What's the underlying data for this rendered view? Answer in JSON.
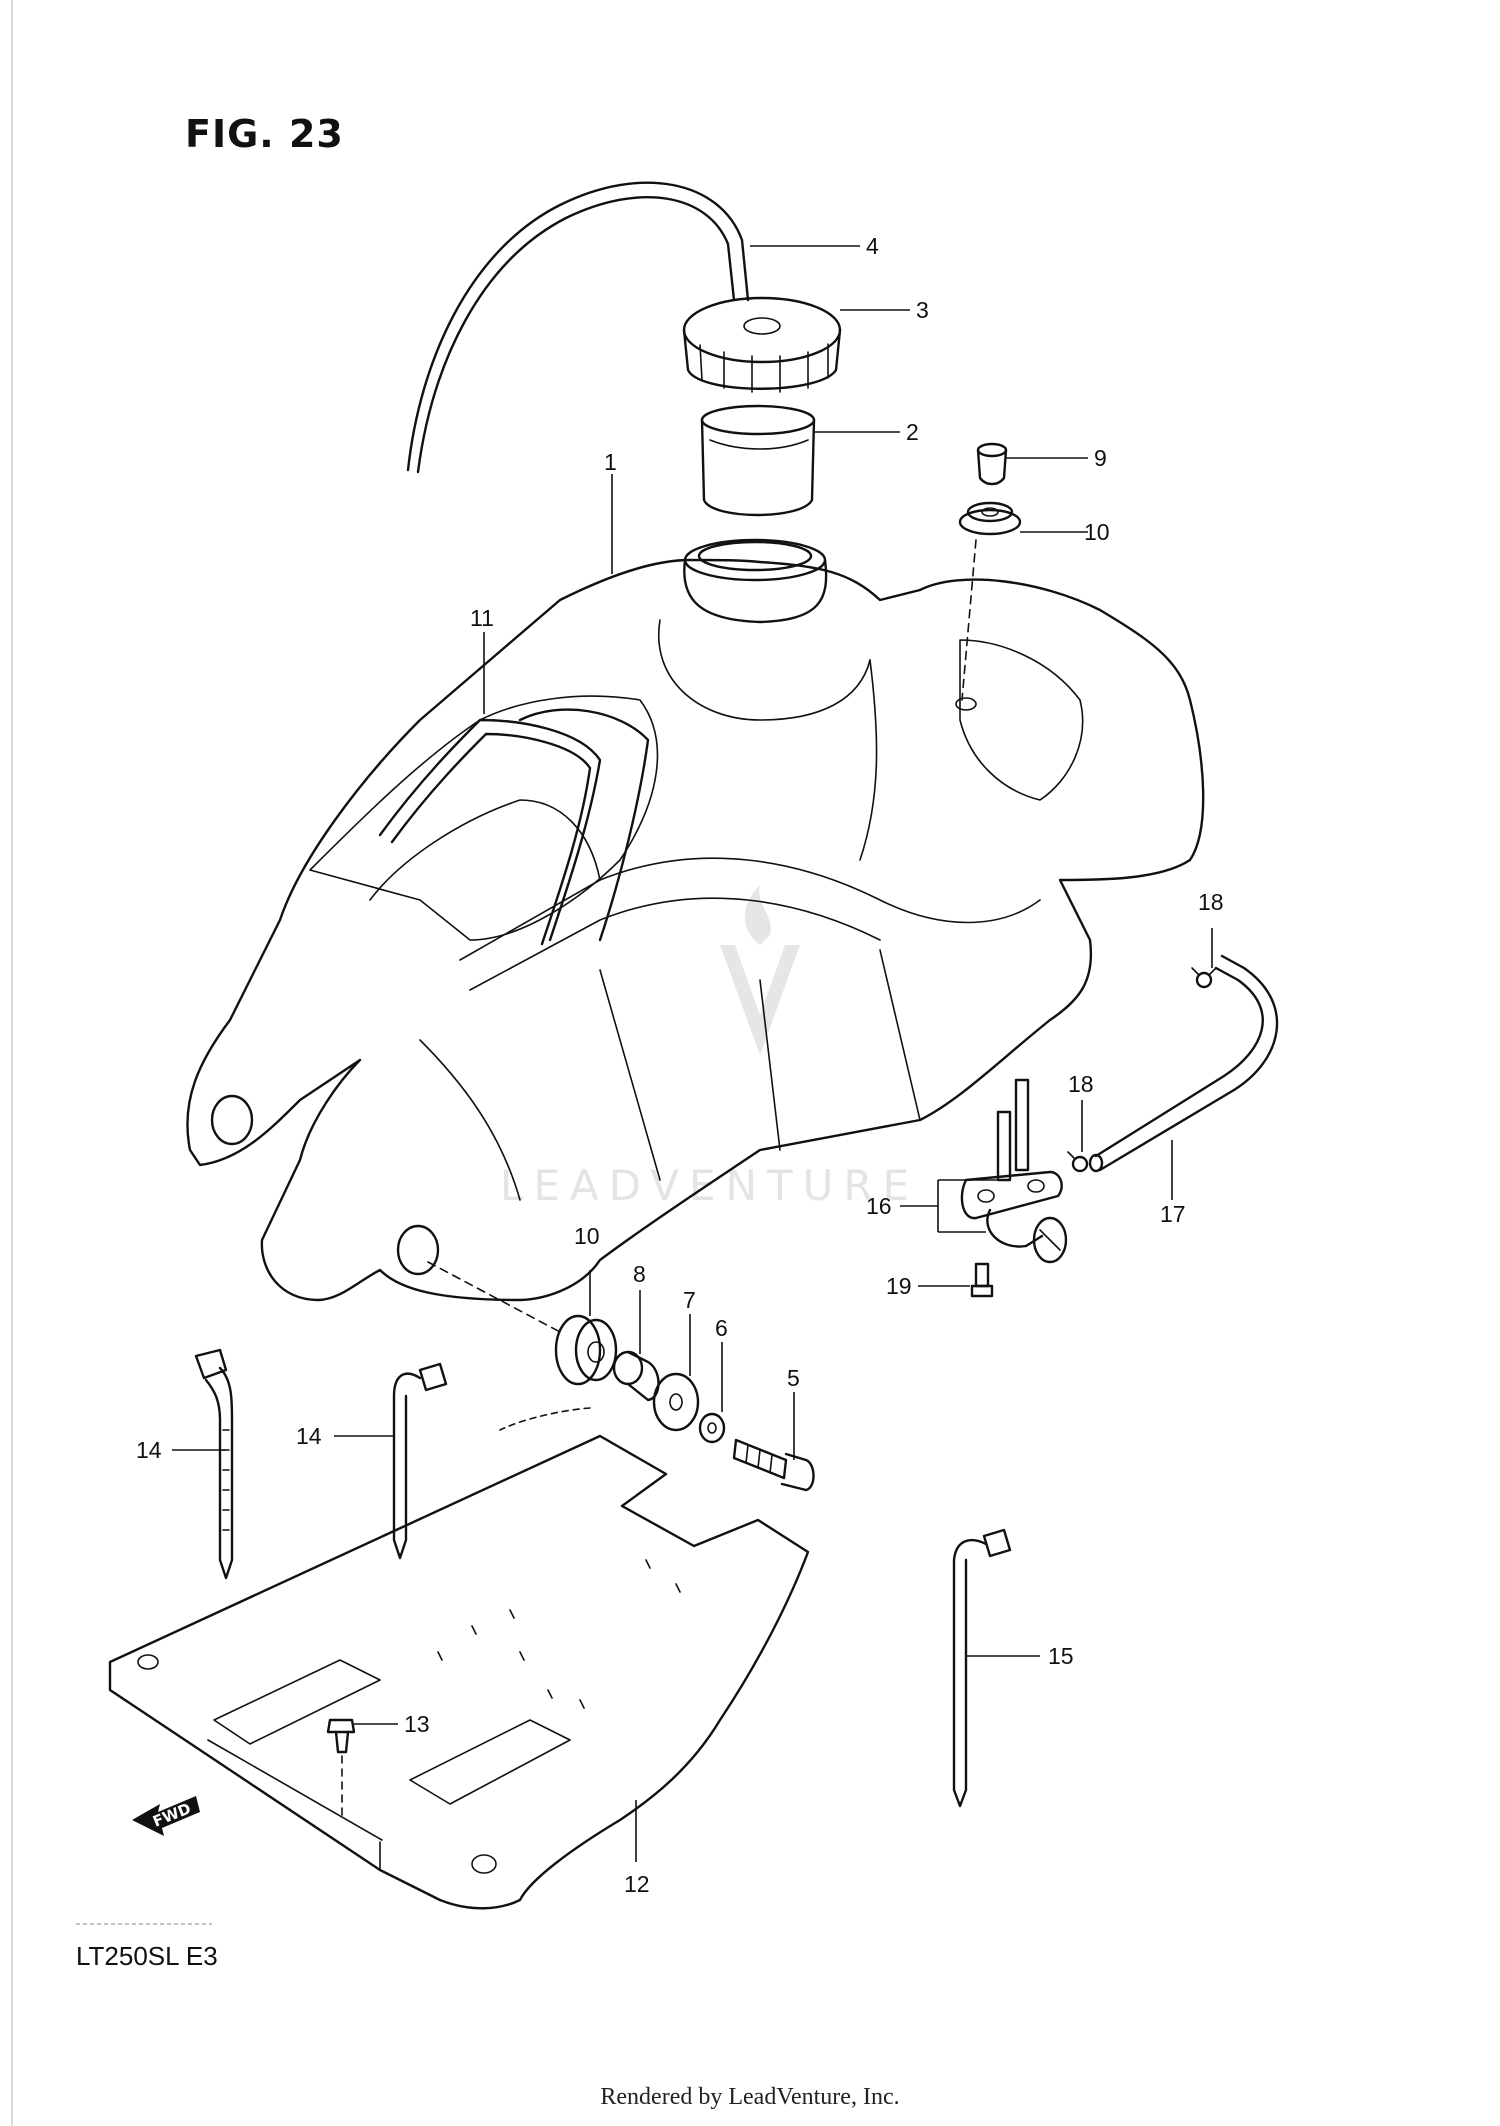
{
  "figure": {
    "title": "FIG. 23",
    "model_code": "LT250SL  E3",
    "footer": "Rendered by LeadVenture, Inc.",
    "watermark_text": "LEADVENTURE",
    "fwd_label": "FWD"
  },
  "callouts": [
    {
      "id": "4",
      "label": "4"
    },
    {
      "id": "3",
      "label": "3"
    },
    {
      "id": "2",
      "label": "2"
    },
    {
      "id": "9",
      "label": "9"
    },
    {
      "id": "1",
      "label": "1"
    },
    {
      "id": "10a",
      "label": "10"
    },
    {
      "id": "11",
      "label": "11"
    },
    {
      "id": "18a",
      "label": "18"
    },
    {
      "id": "18b",
      "label": "18"
    },
    {
      "id": "16",
      "label": "16"
    },
    {
      "id": "17",
      "label": "17"
    },
    {
      "id": "19",
      "label": "19"
    },
    {
      "id": "10b",
      "label": "10"
    },
    {
      "id": "8",
      "label": "8"
    },
    {
      "id": "7",
      "label": "7"
    },
    {
      "id": "6",
      "label": "6"
    },
    {
      "id": "5",
      "label": "5"
    },
    {
      "id": "14a",
      "label": "14"
    },
    {
      "id": "14b",
      "label": "14"
    },
    {
      "id": "13",
      "label": "13"
    },
    {
      "id": "15",
      "label": "15"
    },
    {
      "id": "12",
      "label": "12"
    }
  ]
}
